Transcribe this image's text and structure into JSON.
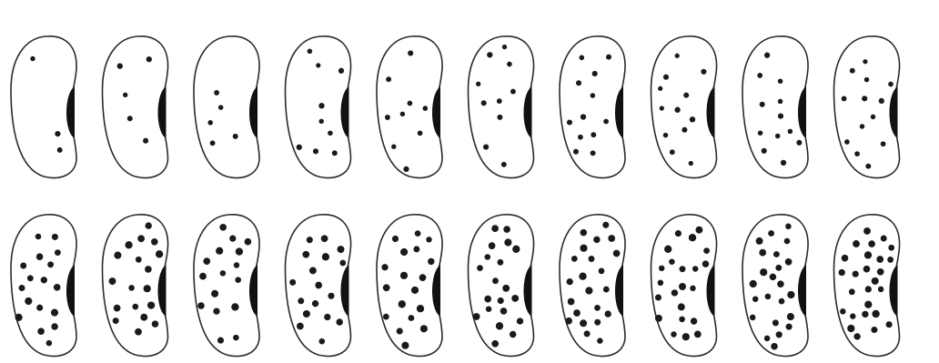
{
  "figure": {
    "grid": {
      "rows": 2,
      "columns": 10
    },
    "colors": {
      "background": "#ffffff",
      "outline": "#2a2a2a",
      "hilum": "#111111",
      "dots": "#1a1a1a"
    },
    "rows": [
      {
        "cells": [
          {
            "dots": 3
          },
          {
            "dots": 5
          },
          {
            "dots": 5
          },
          {
            "dots": 9
          },
          {
            "dots": 9
          },
          {
            "dots": 10
          },
          {
            "dots": 12
          },
          {
            "dots": 12
          },
          {
            "dots": 12
          },
          {
            "dots": 13
          }
        ]
      },
      {
        "cells": [
          {
            "dots": 17
          },
          {
            "dots": 18
          },
          {
            "dots": 16
          },
          {
            "dots": 17
          },
          {
            "dots": 18
          },
          {
            "dots": 20
          },
          {
            "dots": 22
          },
          {
            "dots": 22
          },
          {
            "dots": 23
          },
          {
            "dots": 26
          }
        ]
      }
    ]
  }
}
